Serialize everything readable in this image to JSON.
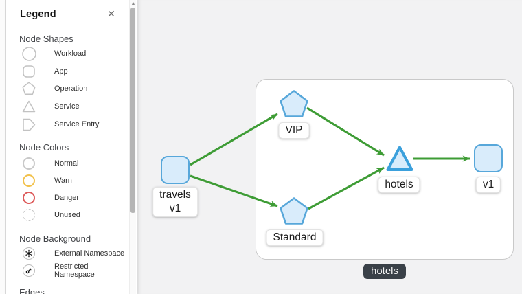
{
  "legend": {
    "title": "Legend",
    "close_icon": "✕",
    "scroll_up_icon": "▲",
    "sections": [
      {
        "heading": "Node Shapes",
        "items": [
          {
            "icon": "circle-outline-icon",
            "label": "Workload"
          },
          {
            "icon": "rounded-square-outline-icon",
            "label": "App"
          },
          {
            "icon": "pentagon-outline-icon",
            "label": "Operation"
          },
          {
            "icon": "triangle-outline-icon",
            "label": "Service"
          },
          {
            "icon": "service-entry-outline-icon",
            "label": "Service Entry"
          }
        ]
      },
      {
        "heading": "Node Colors",
        "items": [
          {
            "icon": "circle-ring-icon",
            "color": "#c9c9c9",
            "label": "Normal"
          },
          {
            "icon": "circle-ring-icon",
            "color": "#f2c14b",
            "label": "Warn"
          },
          {
            "icon": "circle-ring-icon",
            "color": "#dd5b5b",
            "label": "Danger"
          },
          {
            "icon": "dashed-circle-ring-icon",
            "color": "#c4c4c4",
            "label": "Unused"
          }
        ]
      },
      {
        "heading": "Node Background",
        "items": [
          {
            "icon": "external-namespace-icon",
            "label": "External Namespace"
          },
          {
            "icon": "restricted-namespace-icon",
            "label": "Restricted Namespace"
          }
        ]
      },
      {
        "heading": "Edges",
        "items": []
      }
    ]
  },
  "graph": {
    "namespace_badge": "hotels",
    "nodes": {
      "travels": {
        "shape": "rounded-square",
        "label_line1": "travels",
        "label_line2": "v1"
      },
      "vip": {
        "shape": "pentagon",
        "label": "VIP"
      },
      "standard": {
        "shape": "pentagon",
        "label": "Standard"
      },
      "hotels": {
        "shape": "triangle",
        "label": "hotels"
      },
      "v1": {
        "shape": "rounded-square",
        "label": "v1"
      }
    },
    "edges": [
      {
        "from": "travels v1",
        "to": "VIP"
      },
      {
        "from": "travels v1",
        "to": "Standard"
      },
      {
        "from": "VIP",
        "to": "hotels"
      },
      {
        "from": "Standard",
        "to": "hotels"
      },
      {
        "from": "hotels",
        "to": "v1"
      }
    ],
    "colors": {
      "edge": "#3e9c35",
      "node_fill": "#d9ecfb",
      "node_border": "#57a7da",
      "service_border": "#3ba0dc",
      "badge_bg": "#3a4148",
      "canvas_bg": "#f2f2f3"
    }
  }
}
